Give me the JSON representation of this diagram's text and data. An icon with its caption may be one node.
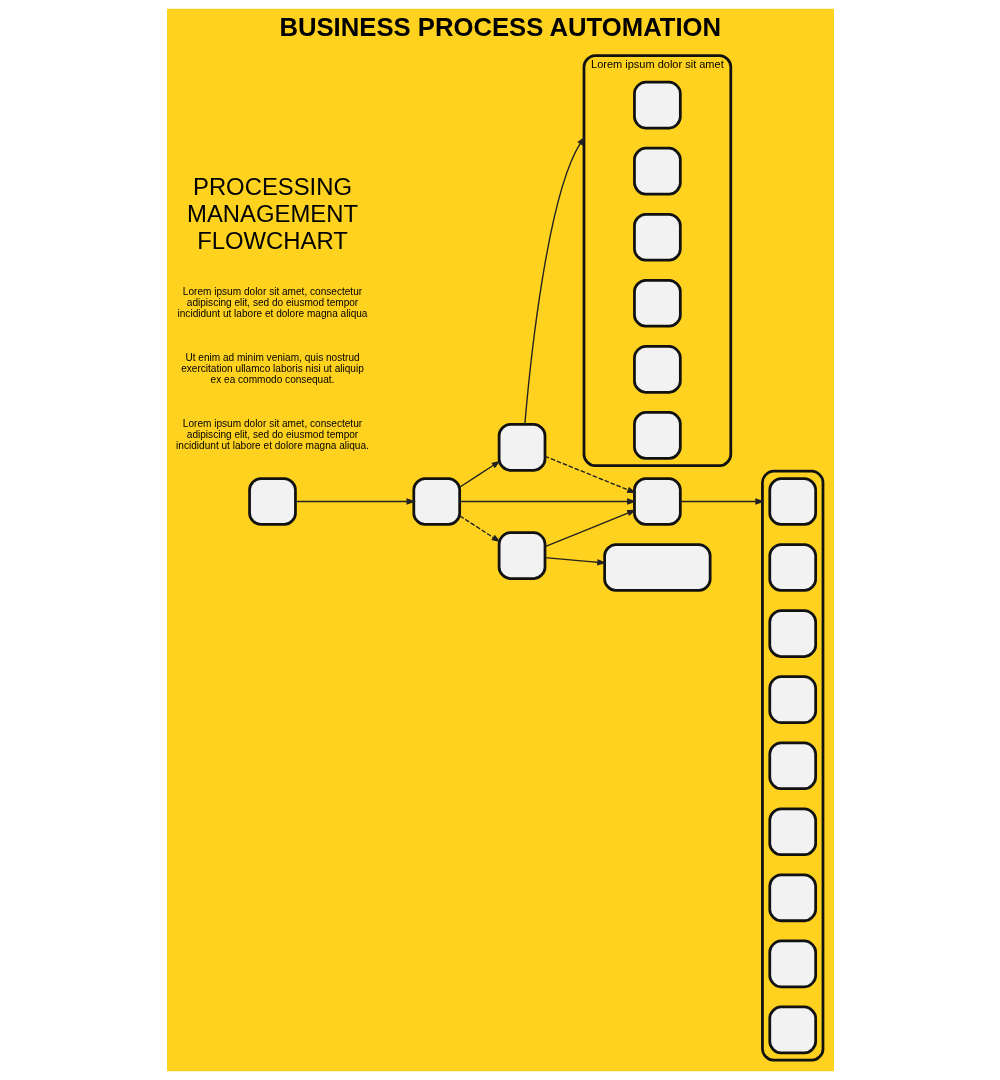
{
  "diagram": {
    "title": "BUSINESS PROCESS AUTOMATION",
    "nodes": [
      {
        "text": [],
        "shape": "box",
        "beside": [
          "Lorem ipsum dolor sit amet"
        ]
      },
      {
        "text": [],
        "shape": "box",
        "in": 0
      },
      {
        "text": [],
        "shape": "box",
        "in": 0
      },
      {
        "text": [],
        "shape": "box",
        "in": 0
      },
      {
        "text": [],
        "shape": "box",
        "in": 0
      },
      {
        "text": [],
        "shape": "box",
        "in": 0
      },
      {
        "text": [],
        "shape": "box",
        "in": 0
      },
      {
        "text": [],
        "shape": "box"
      },
      {
        "text": [],
        "shape": "box"
      },
      {
        "text": [],
        "shape": "box"
      },
      {
        "text": [],
        "shape": "box"
      },
      {
        "text": [],
        "shape": "box"
      },
      {
        "text": [],
        "shape": "box",
        "in": 11
      },
      {
        "text": [],
        "shape": "box",
        "in": 11
      },
      {
        "text": [],
        "shape": "box",
        "in": 11
      },
      {
        "text": [],
        "shape": "box",
        "in": 11
      },
      {
        "text": [],
        "shape": "box",
        "in": 11
      },
      {
        "text": [],
        "shape": "box",
        "in": 11
      },
      {
        "text": [],
        "shape": "box",
        "in": 11
      },
      {
        "text": [],
        "shape": "box",
        "in": 11
      },
      {
        "text": [],
        "shape": "box",
        "in": 11
      },
      {
        "text": [],
        "shape": "box"
      },
      {
        "text": [],
        "shape": "box"
      }
    ],
    "edges": [
      {
        "from": 8,
        "to": 9,
        "arrow": "to"
      },
      {
        "from": 9,
        "to": 7,
        "arrow": "to"
      },
      {
        "from": 7,
        "to": 0,
        "arrow": "to"
      },
      {
        "from": 7,
        "to": 10,
        "arrow": "to",
        "style": "dashed"
      },
      {
        "from": 9,
        "to": 10,
        "arrow": "to"
      },
      {
        "from": 10,
        "to": 11,
        "arrow": "to"
      },
      {
        "from": 9,
        "to": 21,
        "arrow": "to",
        "style": "dashed"
      },
      {
        "from": 21,
        "to": 10,
        "arrow": "to"
      },
      {
        "from": 21,
        "to": 22,
        "arrow": "to"
      }
    ],
    "labels": [
      "Lorem ipsum dolor sit amet, consectetur adipiscing elit, sed do eiusmod tempor incididunt ut labore et dolore magna aliqua.",
      "Ut enim ad minim veniam, quis nostrud exercitation ullamco laboris nisi ut aliquip ex ea commodo consequat.",
      "Lorem ipsum dolor sit amet, consectetur adipiscing elit, sed do eiusmod tempor incididunt ut labore et dolore magna aliqua",
      "PROCESSING MANAGEMENT FLOWCHART"
    ]
  }
}
